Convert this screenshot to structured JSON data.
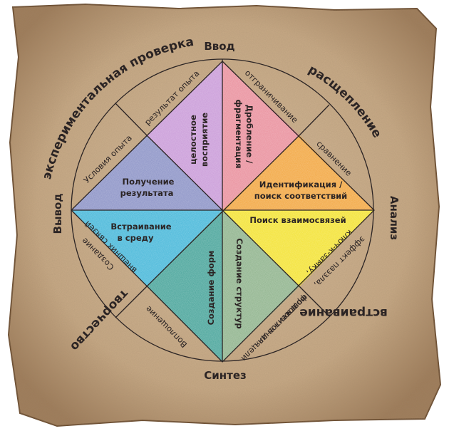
{
  "diagram": {
    "directions": {
      "top": "Ввод",
      "right": "Анализ",
      "bottom": "Синтез",
      "left": "Вывод"
    },
    "stages": {
      "splitting": "расщепление",
      "embedding": "встраивание",
      "creativity": "творчество",
      "experimental_check": "экспериментальная проверка"
    },
    "band": {
      "limiting": "отграничивание",
      "comparison": "сравнение",
      "key_effect": "эффект паззла,",
      "key_effect_2": "ключ-к-замку,",
      "montage": "монтаж",
      "montage_2": "фрагментов для",
      "montage_3": "достижения цели",
      "fulfillment": "Воплощение",
      "external_1": "Создание",
      "external_2": "внешних связей",
      "conditions": "Условия опыта",
      "result": "результат опыта"
    },
    "segments": {
      "fragmentation_1": "Дробление /",
      "fragmentation_2": "фрагментация",
      "identification_1": "Идентификация /",
      "identification_2": "поиск соответствий",
      "connections": "Поиск взаимосвязей",
      "structures": "Создание структур",
      "forms": "Создание форм",
      "embedding_env_1": "Встраивание",
      "embedding_env_2": "в среду",
      "getting_result_1": "Получение",
      "getting_result_2": "результата",
      "holistic_1": "целостное",
      "holistic_2": "восприятие"
    },
    "colors": {
      "parchment": "#c9ad8c",
      "parchment_dark": "#7a5a3e",
      "pink": "#e98f9c",
      "orange": "#f2a640",
      "yellow": "#f3e233",
      "green": "#8fb38c",
      "teal": "#48a49a",
      "cyan": "#46b7d9",
      "blue": "#8b92c6",
      "violet": "#c99ad8",
      "ink": "#2b2424"
    }
  }
}
